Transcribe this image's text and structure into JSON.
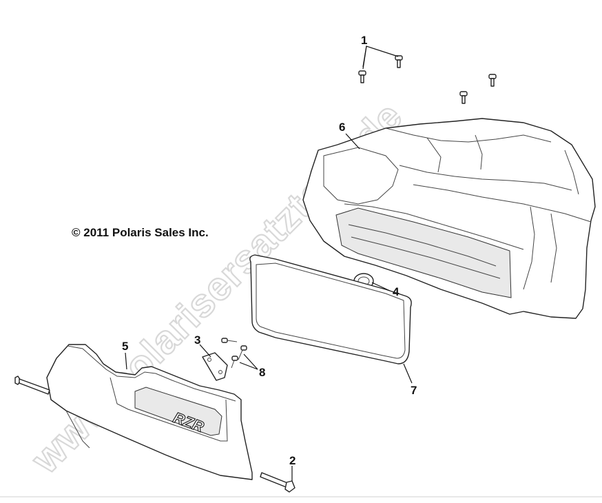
{
  "copyright": "© 2011 Polaris Sales Inc.",
  "watermark": "www.polarisersatzteile.de",
  "logo_text": "RZR",
  "callouts": [
    {
      "id": "callout-1",
      "label": "1"
    },
    {
      "id": "callout-2",
      "label": "2"
    },
    {
      "id": "callout-3",
      "label": "3"
    },
    {
      "id": "callout-4",
      "label": "4"
    },
    {
      "id": "callout-5",
      "label": "5"
    },
    {
      "id": "callout-6",
      "label": "6"
    },
    {
      "id": "callout-7",
      "label": "7"
    },
    {
      "id": "callout-8",
      "label": "8"
    }
  ]
}
